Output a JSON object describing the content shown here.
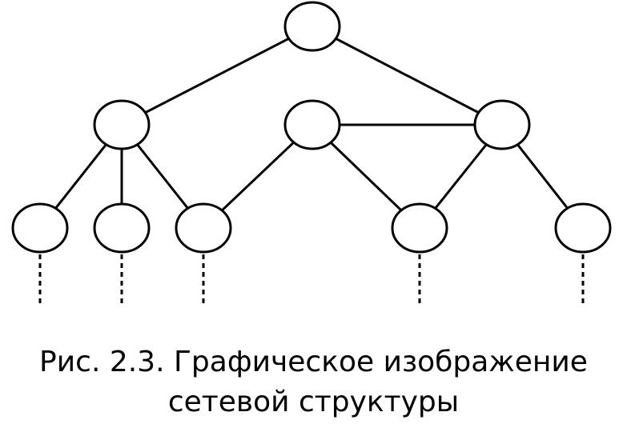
{
  "diagram": {
    "type": "network-structure",
    "nodes": [
      {
        "id": "root"
      },
      {
        "id": "l1a"
      },
      {
        "id": "l1b"
      },
      {
        "id": "l1c"
      },
      {
        "id": "l2a"
      },
      {
        "id": "l2b"
      },
      {
        "id": "l2c"
      },
      {
        "id": "l2d"
      },
      {
        "id": "l2e"
      }
    ],
    "edges": [
      {
        "from": "root",
        "to": "l1a"
      },
      {
        "from": "root",
        "to": "l1c"
      },
      {
        "from": "l1b",
        "to": "l1c"
      },
      {
        "from": "l1a",
        "to": "l2a"
      },
      {
        "from": "l1a",
        "to": "l2b"
      },
      {
        "from": "l1a",
        "to": "l2c"
      },
      {
        "from": "l1b",
        "to": "l2c"
      },
      {
        "from": "l1b",
        "to": "l2d"
      },
      {
        "from": "l1c",
        "to": "l2d"
      },
      {
        "from": "l1c",
        "to": "l2e"
      }
    ],
    "continuations": [
      "l2a",
      "l2b",
      "l2c",
      "l2d",
      "l2e"
    ],
    "colors": {
      "stroke": "#000000",
      "fill": "#ffffff"
    }
  },
  "caption": {
    "line1": "Рис. 2.3. Графическое изображение",
    "line2": "сетевой структуры"
  }
}
